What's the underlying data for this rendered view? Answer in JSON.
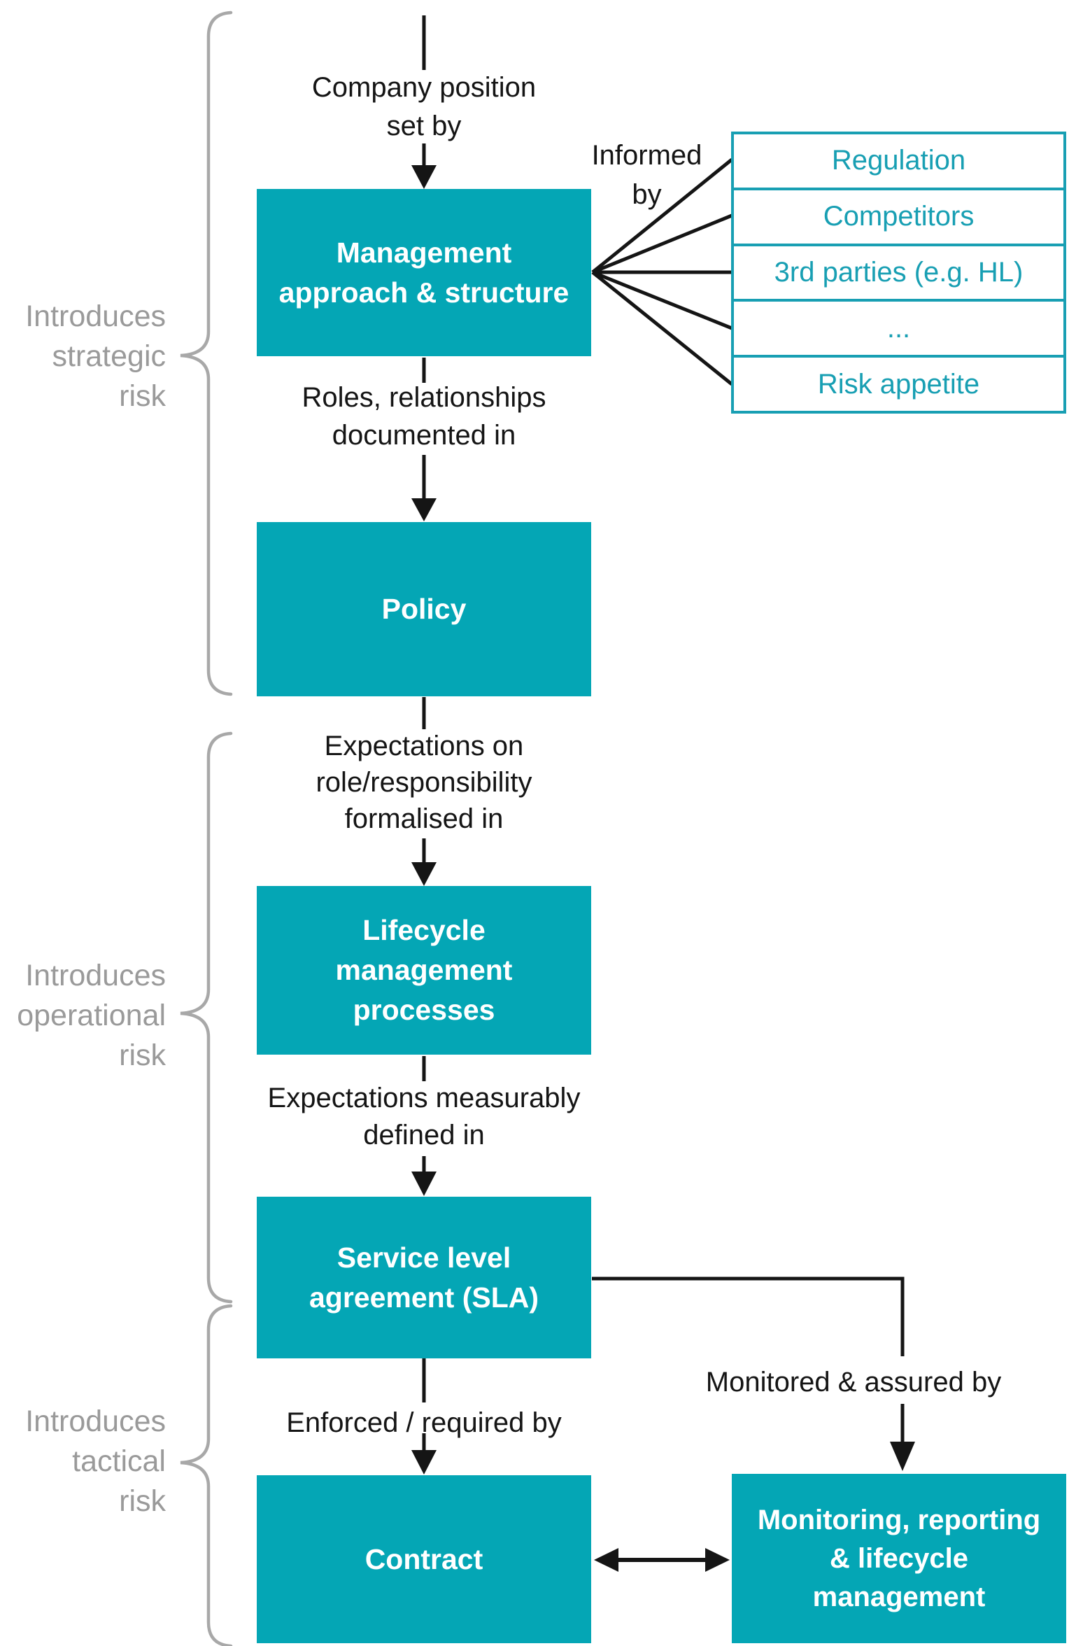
{
  "colors": {
    "box_teal": "#04a6b5",
    "list_teal": "#189fb3",
    "line_black": "#151515",
    "label_gray": "#9a9a9a",
    "brace_gray": "#a8a8a8"
  },
  "nodes": {
    "management": [
      "Management",
      "approach & structure"
    ],
    "policy": [
      "Policy"
    ],
    "lifecycle": [
      "Lifecycle",
      "management",
      "processes"
    ],
    "sla": [
      "Service level",
      "agreement (SLA)"
    ],
    "contract": [
      "Contract"
    ],
    "monitoring": [
      "Monitoring, reporting",
      "& lifecycle",
      "management"
    ]
  },
  "edge_labels": {
    "company_position": [
      "Company position",
      "set by"
    ],
    "informed_by": [
      "Informed",
      "by"
    ],
    "roles_documented": [
      "Roles, relationships",
      "documented in"
    ],
    "expectations_formalised": [
      "Expectations on",
      "role/responsibility",
      "formalised in"
    ],
    "expectations_defined": [
      "Expectations measurably",
      "defined in"
    ],
    "enforced": [
      "Enforced / required by"
    ],
    "monitored": [
      "Monitored & assured by"
    ]
  },
  "informed_list": [
    "Regulation",
    "Competitors",
    "3rd parties (e.g. HL)",
    "...",
    "Risk appetite"
  ],
  "side_labels": {
    "strategic": [
      "Introduces",
      "strategic",
      "risk"
    ],
    "operational": [
      "Introduces",
      "operational",
      "risk"
    ],
    "tactical": [
      "Introduces",
      "tactical",
      "risk"
    ]
  }
}
